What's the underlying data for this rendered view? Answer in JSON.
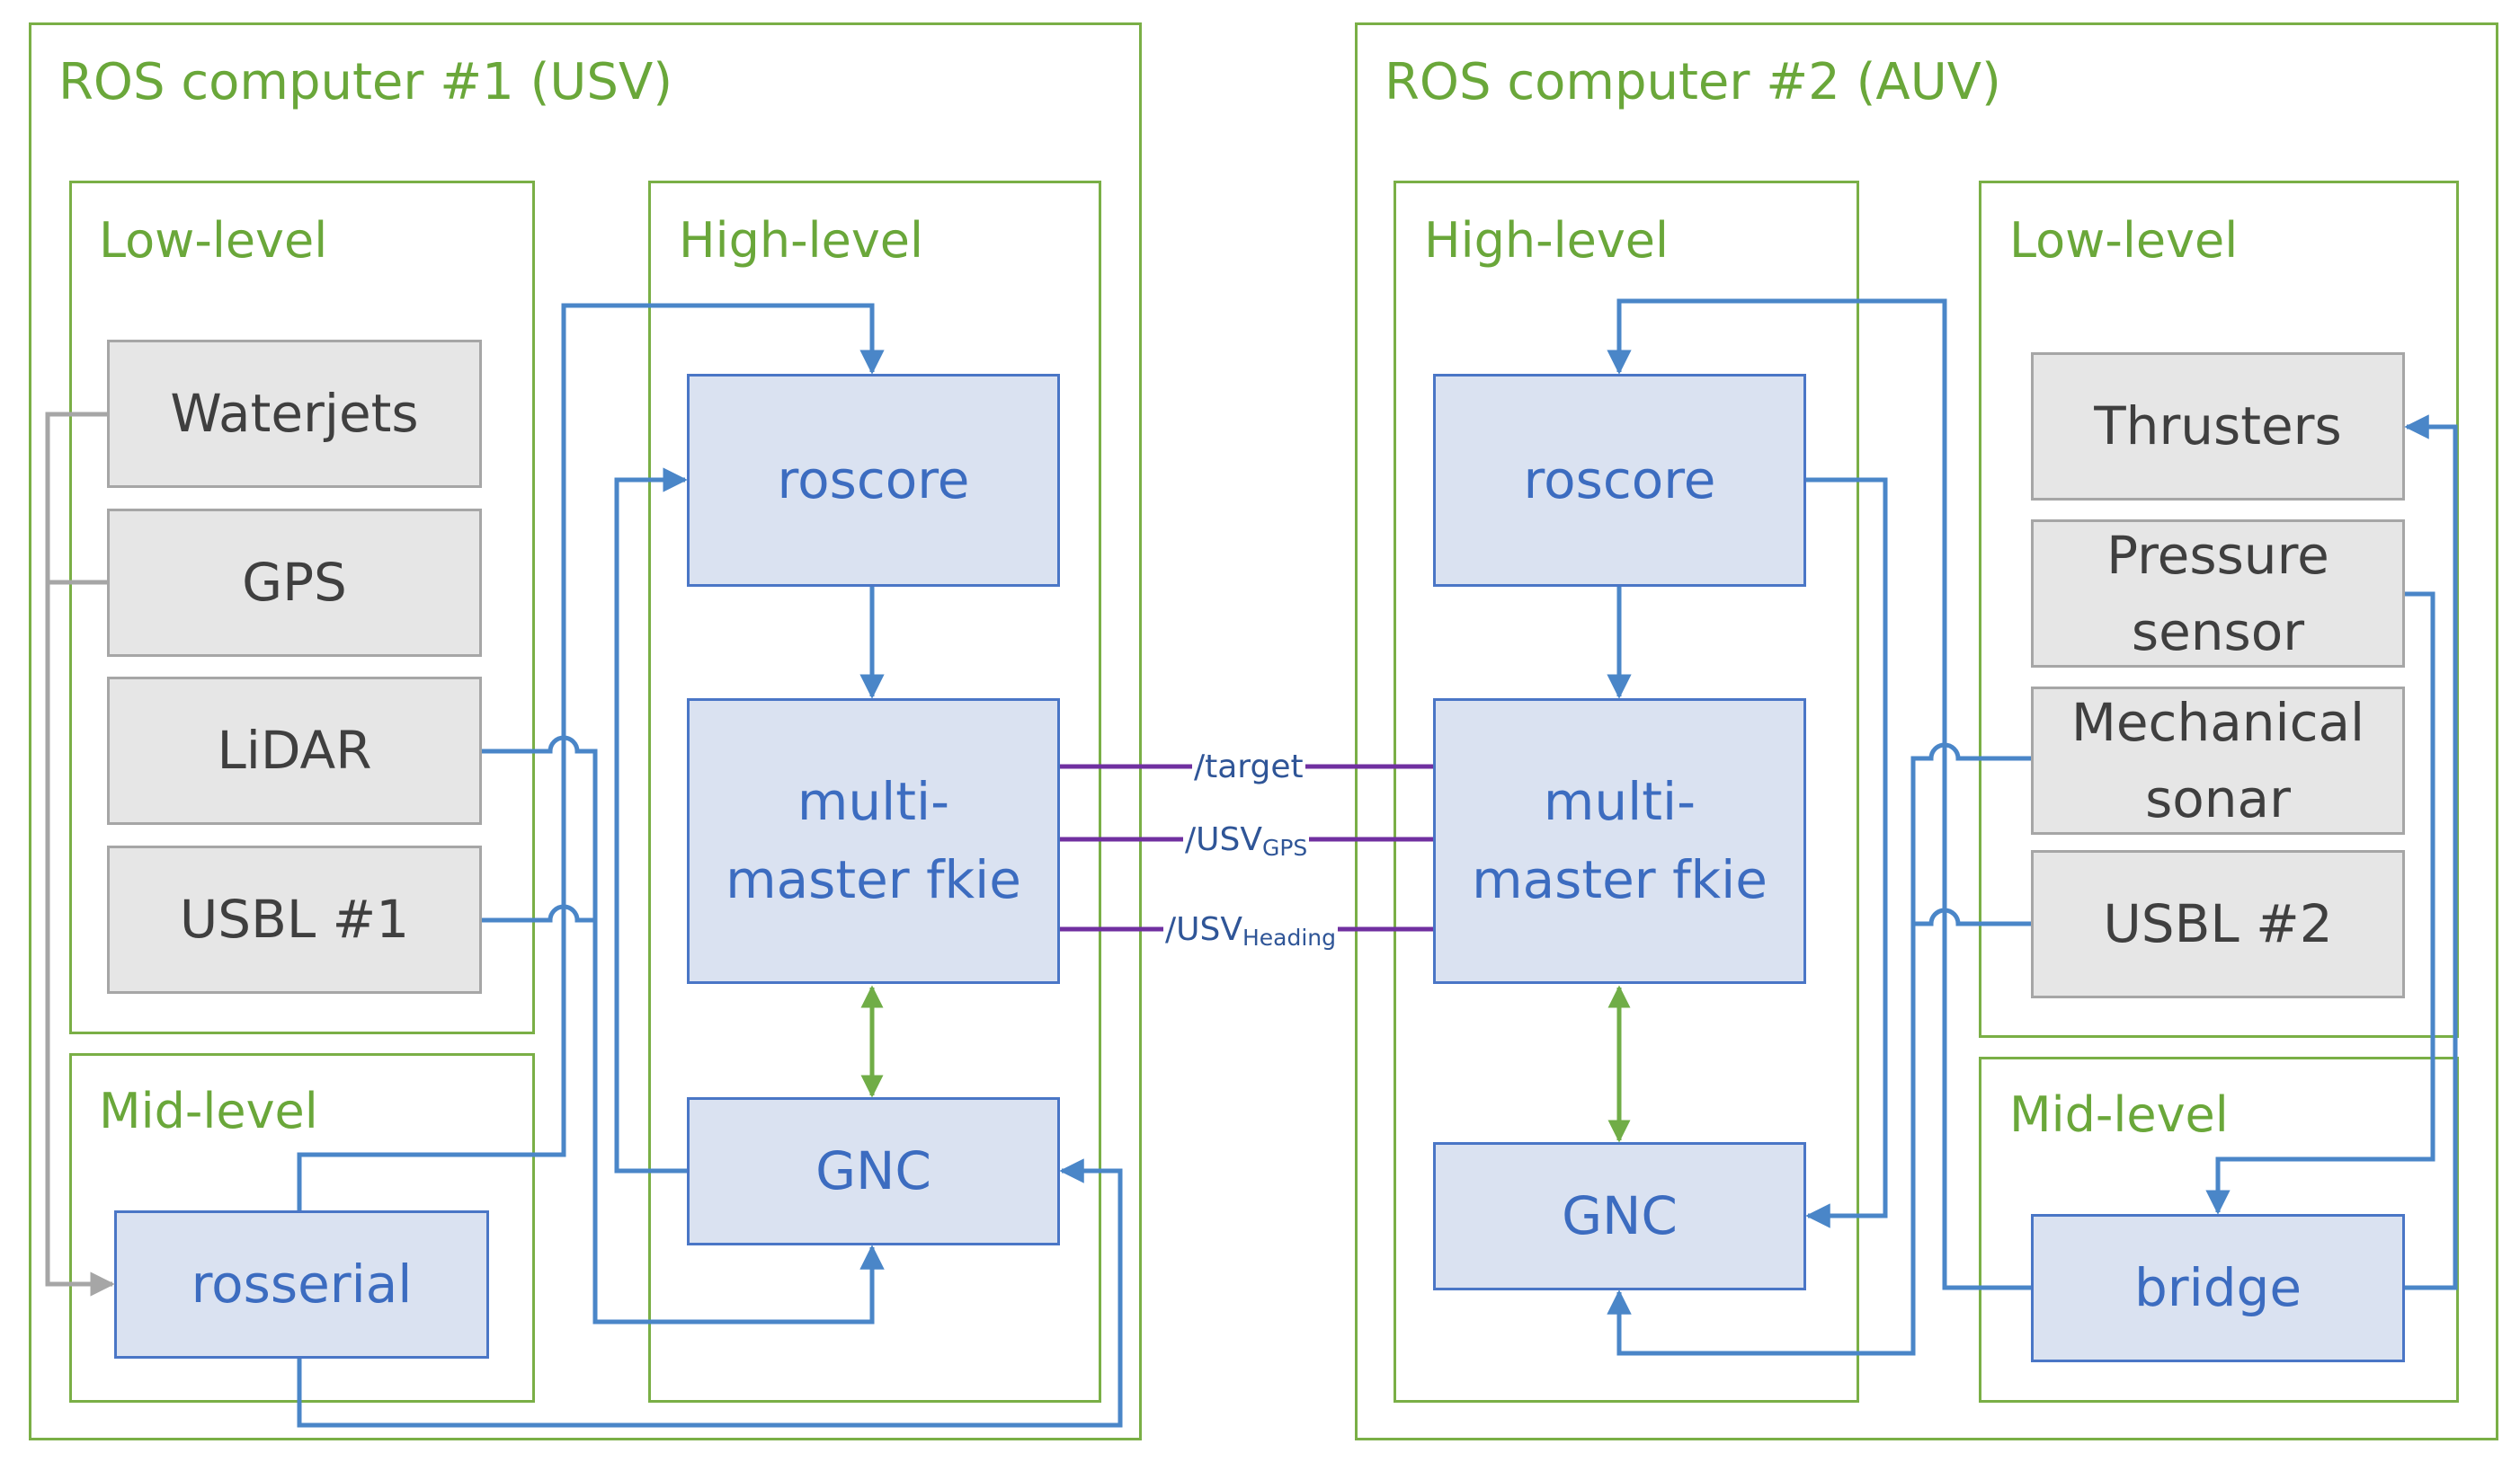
{
  "computer1": {
    "title": "ROS computer #1 (USV)",
    "low_title": "Low-level",
    "high_title": "High-level",
    "mid_title": "Mid-level",
    "waterjets": "Waterjets",
    "gps": "GPS",
    "lidar": "LiDAR",
    "usbl": "USBL #1",
    "rosserial": "rosserial",
    "roscore": "roscore",
    "multimaster_line1": "multi-",
    "multimaster_line2": "master fkie",
    "gnc": "GNC"
  },
  "computer2": {
    "title": "ROS computer #2 (AUV)",
    "high_title": "High-level",
    "low_title": "Low-level",
    "mid_title": "Mid-level",
    "roscore": "roscore",
    "multimaster_line1": "multi-",
    "multimaster_line2": "master fkie",
    "gnc": "GNC",
    "thrusters": "Thrusters",
    "pressure_line1": "Pressure",
    "pressure_line2": "sensor",
    "sonar_line1": "Mechanical",
    "sonar_line2": "sonar",
    "usbl": "USBL #2",
    "bridge": "bridge"
  },
  "topics": {
    "target": "/target",
    "usv_gps_main": "/USV",
    "usv_gps_sub": "GPS",
    "usv_heading_main": "/USV",
    "usv_heading_sub": "Heading"
  },
  "colors": {
    "frame_green": "#7aaf46",
    "title_green": "#6aa73a",
    "connector_blue": "#4a86c8",
    "topic_purple": "#7030a0",
    "gray_line": "#a6a6a6",
    "sync_green": "#70ad47"
  }
}
